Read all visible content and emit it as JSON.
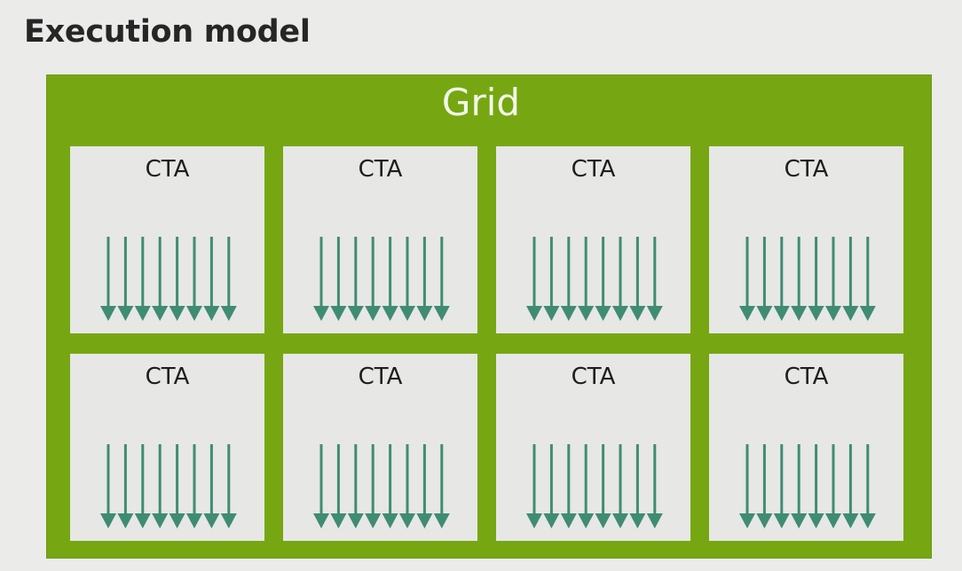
{
  "slide": {
    "title": "Execution model"
  },
  "diagram": {
    "grid_label": "Grid",
    "rows": 2,
    "columns": 4,
    "threads_per_block": 8,
    "blocks": [
      {
        "label": "CTA"
      },
      {
        "label": "CTA"
      },
      {
        "label": "CTA"
      },
      {
        "label": "CTA"
      },
      {
        "label": "CTA"
      },
      {
        "label": "CTA"
      },
      {
        "label": "CTA"
      },
      {
        "label": "CTA"
      }
    ]
  },
  "colors": {
    "grid_fill": "#76a712",
    "block_fill": "#e7e7e6",
    "thread_arrow": "#3f8c73",
    "background": "#ebebea"
  }
}
